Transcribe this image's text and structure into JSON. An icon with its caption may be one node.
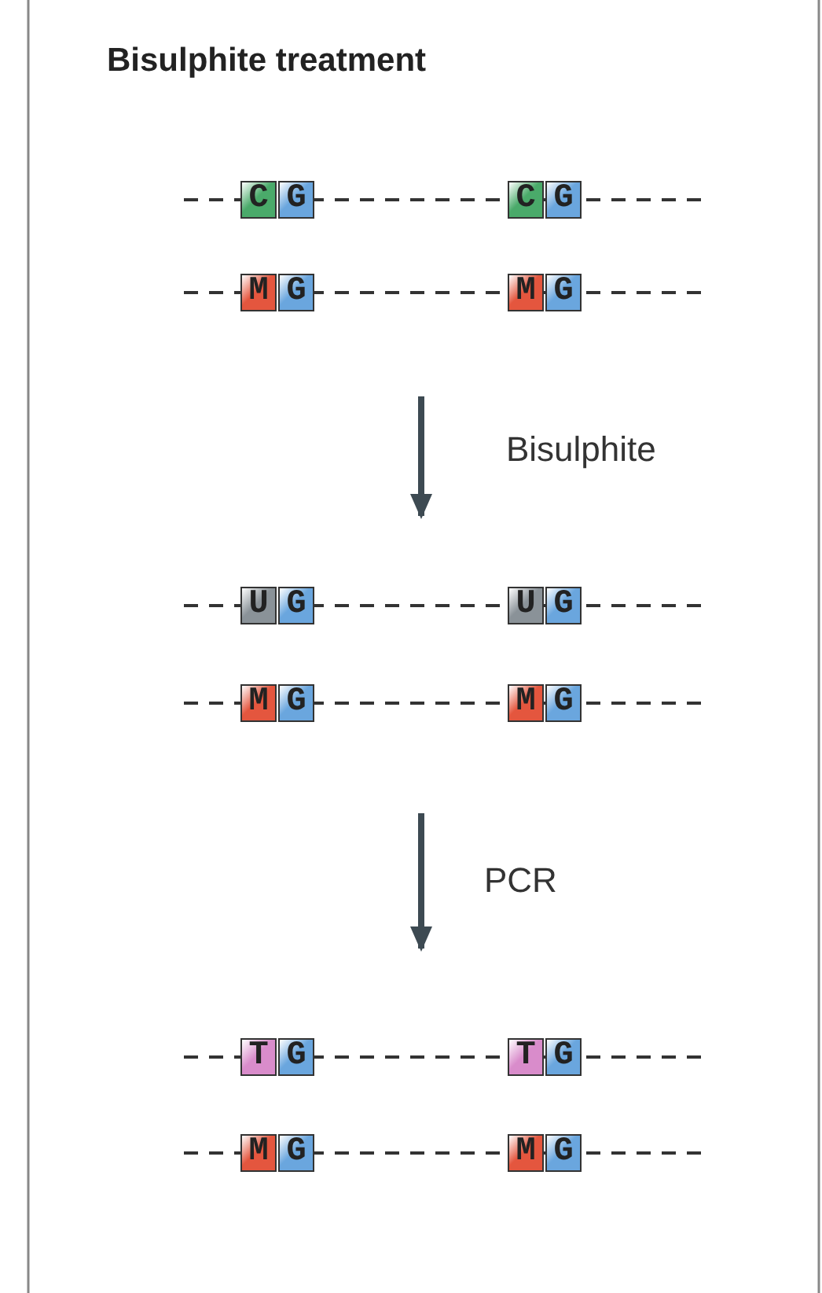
{
  "diagram": {
    "title": "Bisulphite treatment",
    "nodes": [
      {
        "text": [
          "C"
        ]
      },
      {
        "text": [
          "G"
        ]
      },
      {
        "text": [
          "C"
        ]
      },
      {
        "text": [
          "G"
        ]
      },
      {
        "text": [
          "M"
        ]
      },
      {
        "text": [
          "G"
        ]
      },
      {
        "text": [
          "M"
        ]
      },
      {
        "text": [
          "G"
        ]
      },
      {
        "text": [
          "U"
        ]
      },
      {
        "text": [
          "G"
        ]
      },
      {
        "text": [
          "U"
        ]
      },
      {
        "text": [
          "G"
        ]
      },
      {
        "text": [
          "M"
        ]
      },
      {
        "text": [
          "G"
        ]
      },
      {
        "text": [
          "M"
        ]
      },
      {
        "text": [
          "G"
        ]
      },
      {
        "text": [
          "T"
        ]
      },
      {
        "text": [
          "G"
        ]
      },
      {
        "text": [
          "T"
        ]
      },
      {
        "text": [
          "G"
        ]
      },
      {
        "text": [
          "M"
        ]
      },
      {
        "text": [
          "G"
        ]
      },
      {
        "text": [
          "M"
        ]
      },
      {
        "text": [
          "G"
        ]
      }
    ],
    "labels": [
      "Bisulphite",
      "PCR"
    ]
  }
}
